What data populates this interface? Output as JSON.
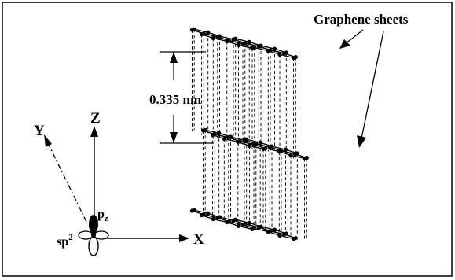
{
  "labels": {
    "graphene_sheets": "Graphene sheets",
    "interlayer_distance": "0.335 nm",
    "axis_x": "X",
    "axis_y": "Y",
    "axis_z": "Z",
    "orbital_p": "p",
    "orbital_p_sub": "z",
    "orbital_sp": "sp",
    "orbital_sp_sup": "2"
  },
  "colors": {
    "ink": "#000000",
    "frame": "#000000",
    "background": "#ffffff"
  }
}
